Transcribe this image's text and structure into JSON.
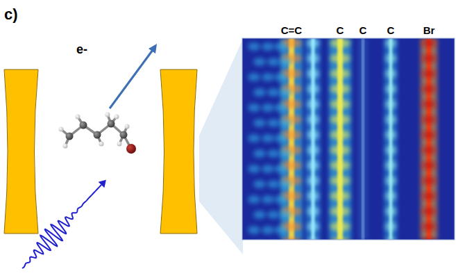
{
  "diagram": {
    "labels": [
      "c)",
      "e-",
      "C=C",
      "C",
      "C",
      "C",
      "Br"
    ]
  }
}
